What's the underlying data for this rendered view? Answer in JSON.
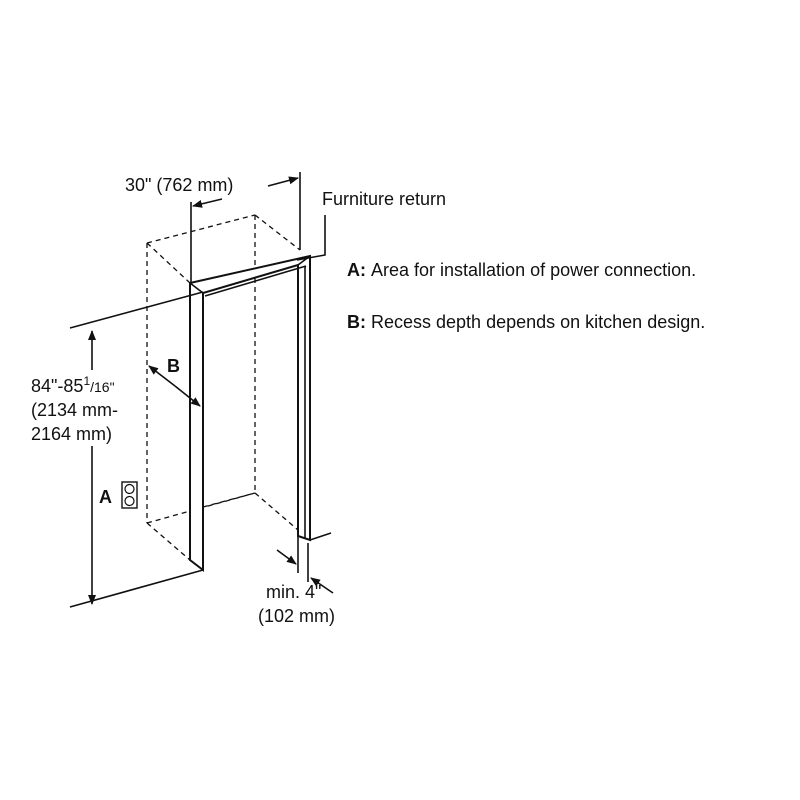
{
  "dimensions": {
    "width_label": "30\" (762 mm)",
    "height_label_main": "84\"-85",
    "height_label_sup": "1",
    "height_label_frac": "/16\"",
    "height_label_mm1": "(2134 mm-",
    "height_label_mm2": "2164 mm)",
    "depth_label_1": "min. 4\"",
    "depth_label_2": "(102 mm)"
  },
  "callouts": {
    "furniture_return": "Furniture return",
    "marker_a": "A",
    "marker_b": "B"
  },
  "legend": [
    {
      "key": "A:",
      "text": "Area for installation of power connection."
    },
    {
      "key": "B:",
      "text": "Recess depth depends on kitchen design."
    }
  ],
  "icons": {
    "outlet": "power-outlet-icon"
  }
}
